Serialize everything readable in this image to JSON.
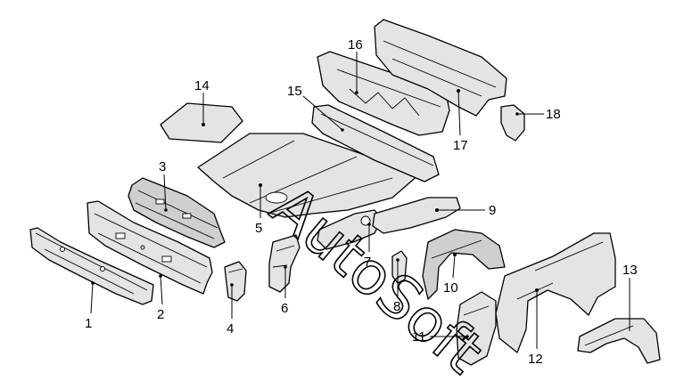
{
  "diagram": {
    "watermark": "AutoSoft",
    "callouts": [
      {
        "id": "1",
        "label": "1"
      },
      {
        "id": "2",
        "label": "2"
      },
      {
        "id": "3",
        "label": "3"
      },
      {
        "id": "4",
        "label": "4"
      },
      {
        "id": "5",
        "label": "5"
      },
      {
        "id": "6",
        "label": "6"
      },
      {
        "id": "7",
        "label": "7"
      },
      {
        "id": "8",
        "label": "8"
      },
      {
        "id": "9",
        "label": "9"
      },
      {
        "id": "10",
        "label": "10"
      },
      {
        "id": "11",
        "label": "11"
      },
      {
        "id": "12",
        "label": "12"
      },
      {
        "id": "13",
        "label": "13"
      },
      {
        "id": "14",
        "label": "14"
      },
      {
        "id": "15",
        "label": "15"
      },
      {
        "id": "16",
        "label": "16"
      },
      {
        "id": "17",
        "label": "17"
      },
      {
        "id": "18",
        "label": "18"
      }
    ]
  }
}
